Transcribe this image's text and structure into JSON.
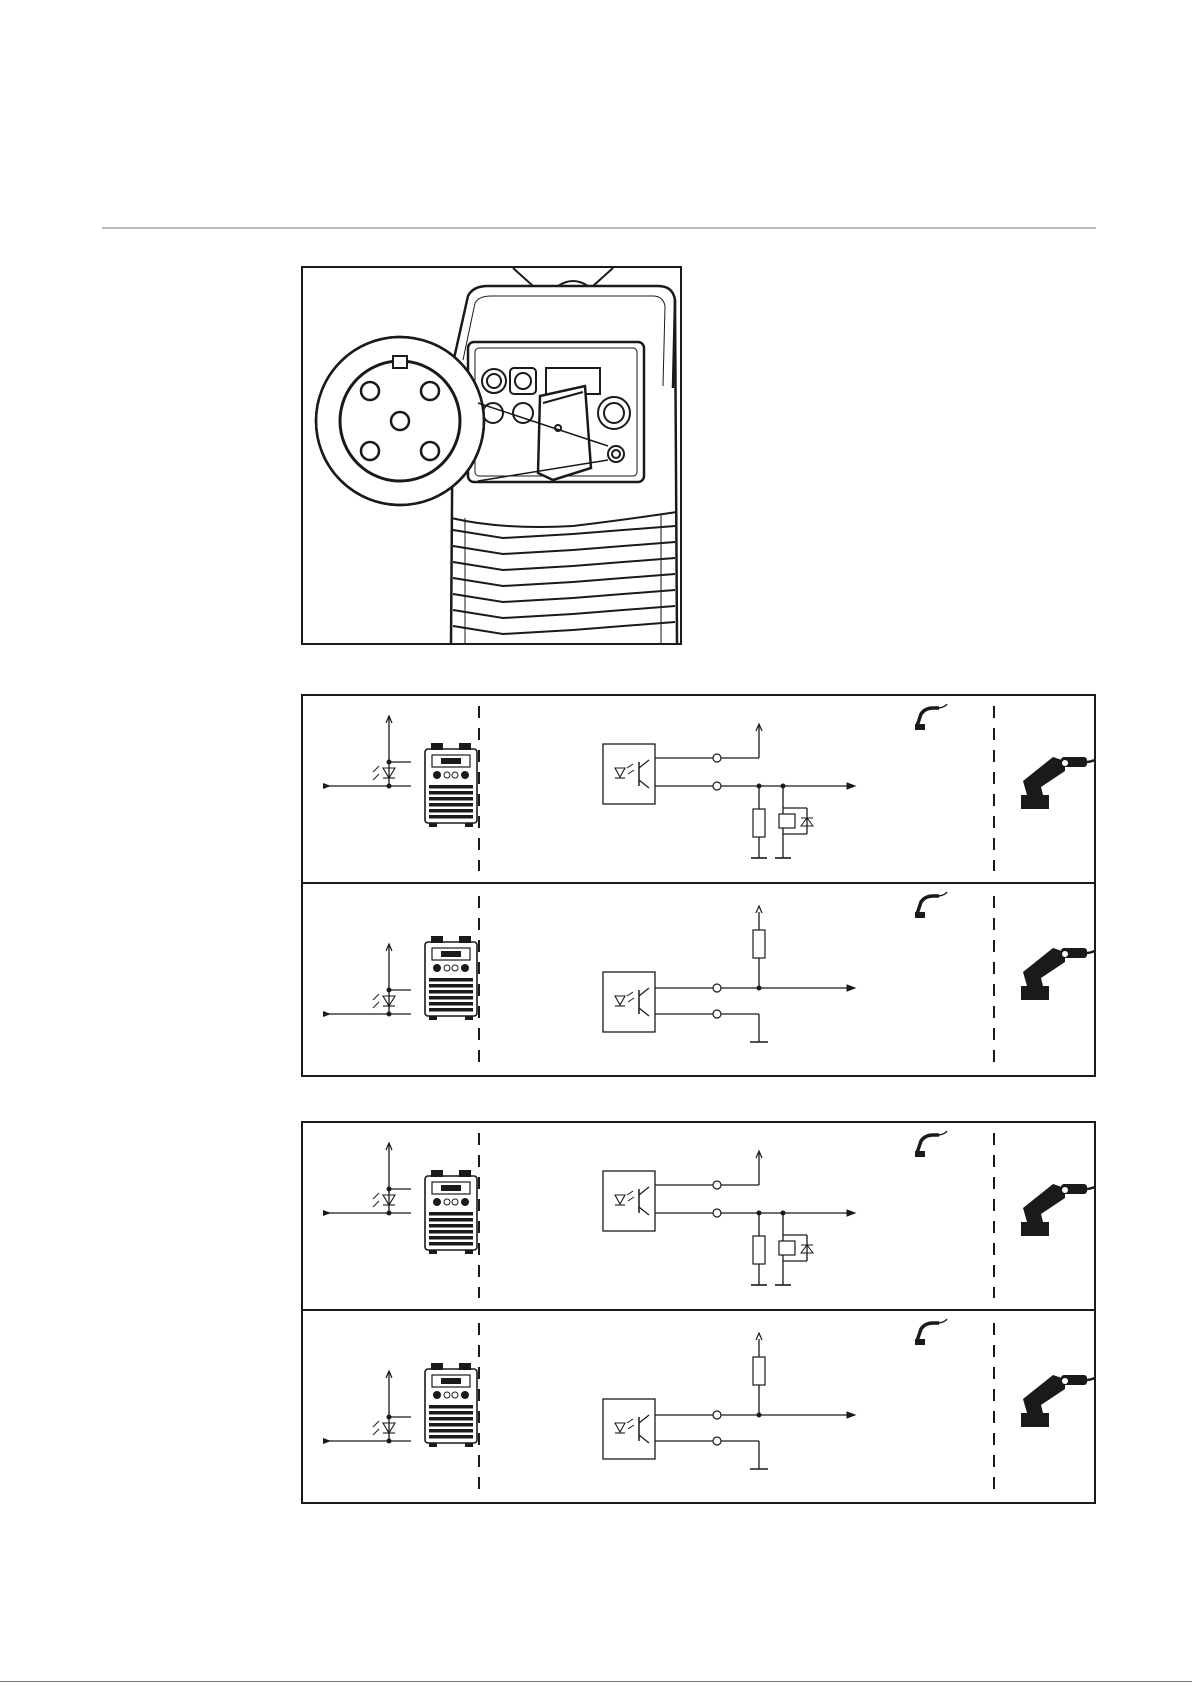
{
  "page": {
    "header_rule": "",
    "footer_rule": ""
  },
  "figures": [
    {
      "id": "socket-photo",
      "type": "illustration",
      "icon": "power-source-socket-detail-icon"
    },
    {
      "id": "wiring-diagram-1",
      "type": "circuit-pair",
      "panels": [
        {
          "variant": "relay-output",
          "device_icon": "power-source-icon",
          "robot_icon": "robot-icon",
          "torch_icon": "torch-icon"
        },
        {
          "variant": "resistor-pullup-output",
          "device_icon": "power-source-icon",
          "robot_icon": "robot-icon",
          "torch_icon": "torch-icon"
        }
      ]
    },
    {
      "id": "wiring-diagram-2",
      "type": "circuit-pair",
      "panels": [
        {
          "variant": "relay-output",
          "device_icon": "power-source-icon",
          "robot_icon": "robot-icon",
          "torch_icon": "torch-icon"
        },
        {
          "variant": "resistor-pullup-output",
          "device_icon": "power-source-icon",
          "robot_icon": "robot-icon",
          "torch_icon": "torch-icon"
        }
      ]
    }
  ],
  "colors": {
    "line": "#1a1a1a",
    "rule": "#bdbdbd"
  }
}
